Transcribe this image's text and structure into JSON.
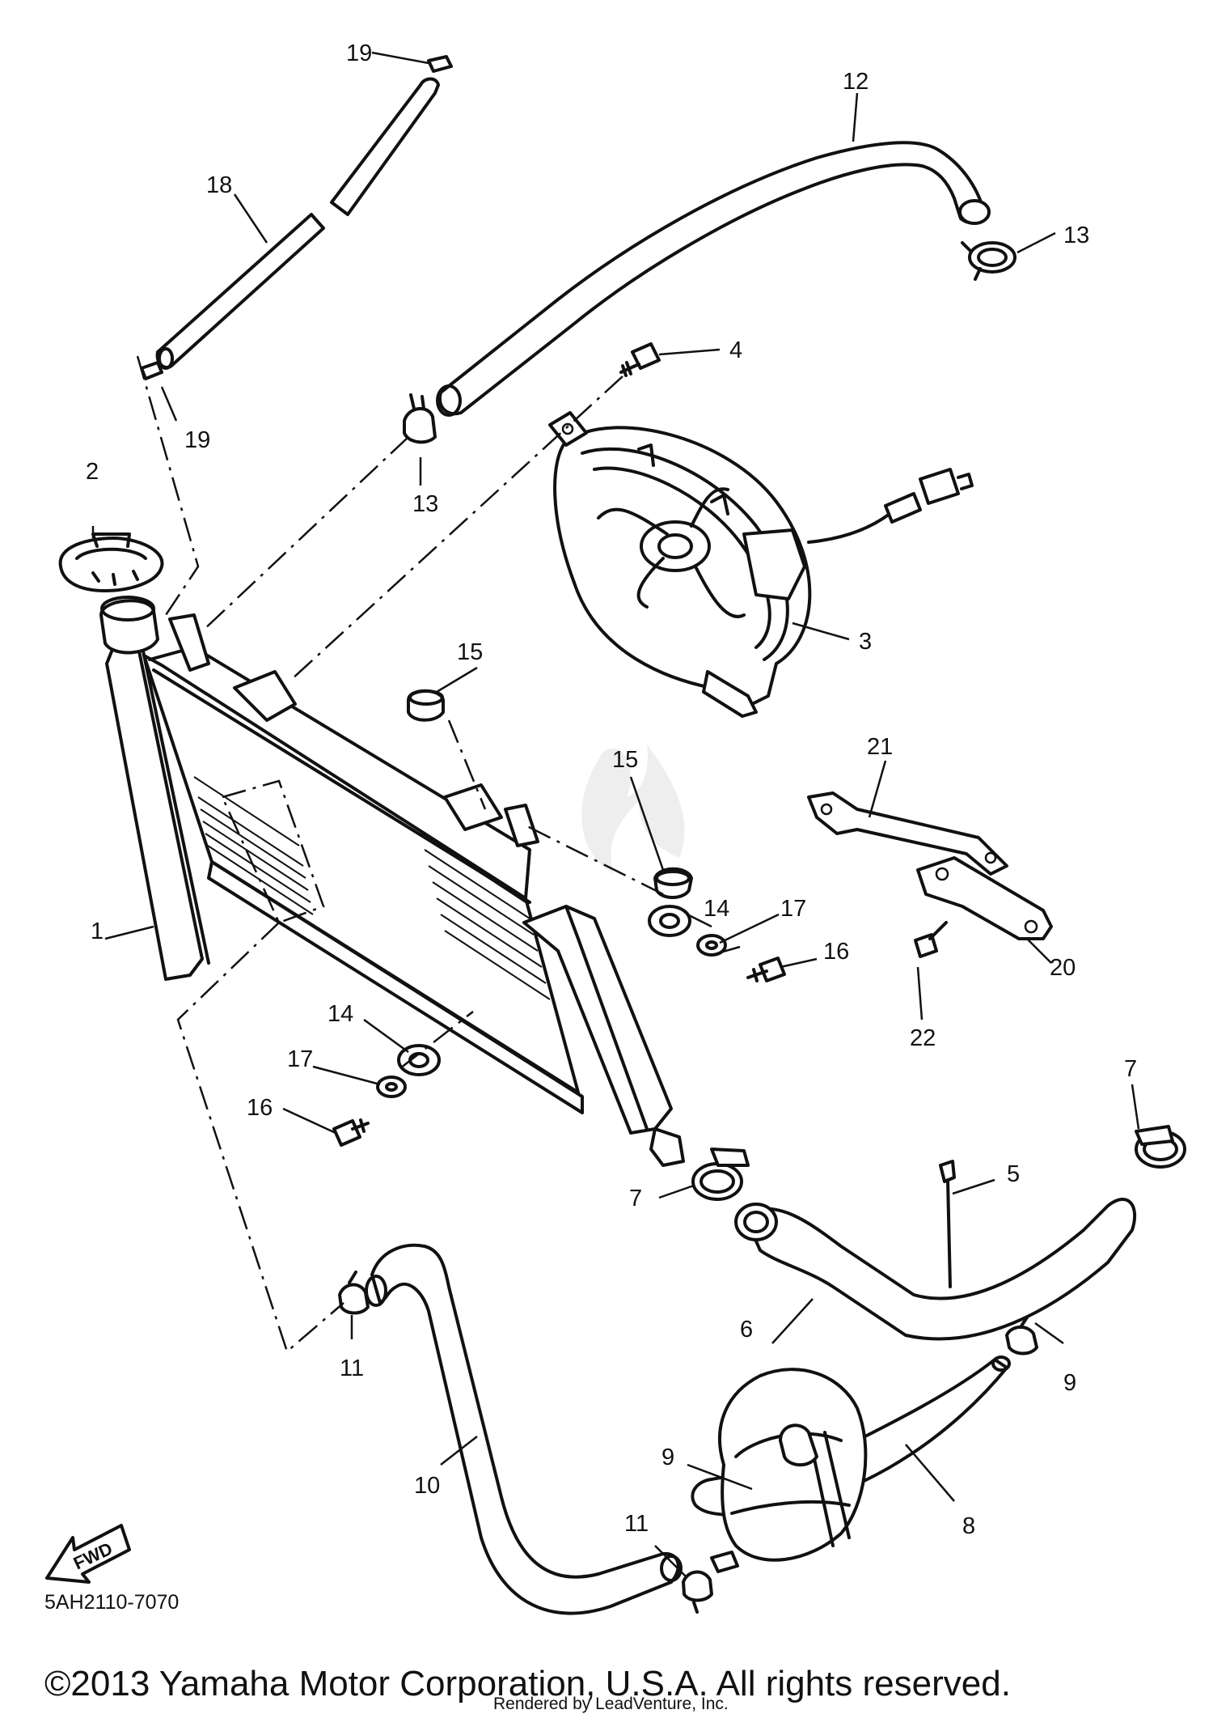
{
  "diagram": {
    "code": "5AH2110-7070",
    "copyright": "©2013 Yamaha Motor Corporation, U.S.A. All rights reserved.",
    "rendered_by": "Rendered by LeadVenture, Inc.",
    "fwd_label": "FWD",
    "callouts": {
      "c1": "1",
      "c2": "2",
      "c3": "3",
      "c4": "4",
      "c5": "5",
      "c6": "6",
      "c7a": "7",
      "c7b": "7",
      "c8": "8",
      "c9a": "9",
      "c9b": "9",
      "c10": "10",
      "c11a": "11",
      "c11b": "11",
      "c12": "12",
      "c13a": "13",
      "c13b": "13",
      "c14a": "14",
      "c14b": "14",
      "c15a": "15",
      "c15b": "15",
      "c16a": "16",
      "c16b": "16",
      "c17a": "17",
      "c17b": "17",
      "c18": "18",
      "c19a": "19",
      "c19b": "19",
      "c20": "20",
      "c21": "21",
      "c22": "22"
    }
  }
}
